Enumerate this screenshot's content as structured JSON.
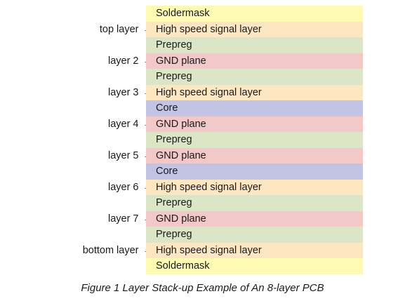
{
  "colors": {
    "soldermask": "#fdfab3",
    "signal": "#fce7c2",
    "prepreg": "#dce6c6",
    "gnd": "#f2c8c9",
    "core": "#c3c3e6"
  },
  "arrow_glyph": "→",
  "layers": [
    {
      "material": "Soldermask",
      "kind": "soldermask",
      "label": ""
    },
    {
      "material": "High speed signal layer",
      "kind": "signal",
      "label": "top layer"
    },
    {
      "material": "Prepreg",
      "kind": "prepreg",
      "label": ""
    },
    {
      "material": "GND plane",
      "kind": "gnd",
      "label": "layer 2"
    },
    {
      "material": "Prepreg",
      "kind": "prepreg",
      "label": ""
    },
    {
      "material": "High speed signal layer",
      "kind": "signal",
      "label": "layer 3"
    },
    {
      "material": "Core",
      "kind": "core",
      "label": ""
    },
    {
      "material": "GND plane",
      "kind": "gnd",
      "label": "layer 4"
    },
    {
      "material": "Prepreg",
      "kind": "prepreg",
      "label": ""
    },
    {
      "material": "GND plane",
      "kind": "gnd",
      "label": "layer 5"
    },
    {
      "material": "Core",
      "kind": "core",
      "label": ""
    },
    {
      "material": "High speed signal layer",
      "kind": "signal",
      "label": "layer 6"
    },
    {
      "material": "Prepreg",
      "kind": "prepreg",
      "label": ""
    },
    {
      "material": "GND plane",
      "kind": "gnd",
      "label": "layer 7"
    },
    {
      "material": "Prepreg",
      "kind": "prepreg",
      "label": ""
    },
    {
      "material": "High speed signal layer",
      "kind": "signal",
      "label": "bottom layer"
    },
    {
      "material": "Soldermask",
      "kind": "soldermask",
      "label": ""
    }
  ],
  "caption": "Figure 1 Layer Stack-up Example of An 8-layer PCB"
}
